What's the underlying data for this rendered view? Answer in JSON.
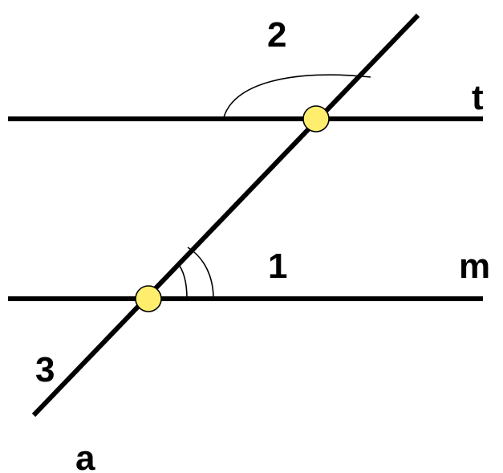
{
  "labels": {
    "line_t": "t",
    "line_m": "m",
    "transversal_a": "a",
    "angle_1": "1",
    "angle_2": "2",
    "angle_3": "3"
  },
  "colors": {
    "line": "#000000",
    "point_fill": "#ffee6e",
    "background": "#ffffff"
  }
}
